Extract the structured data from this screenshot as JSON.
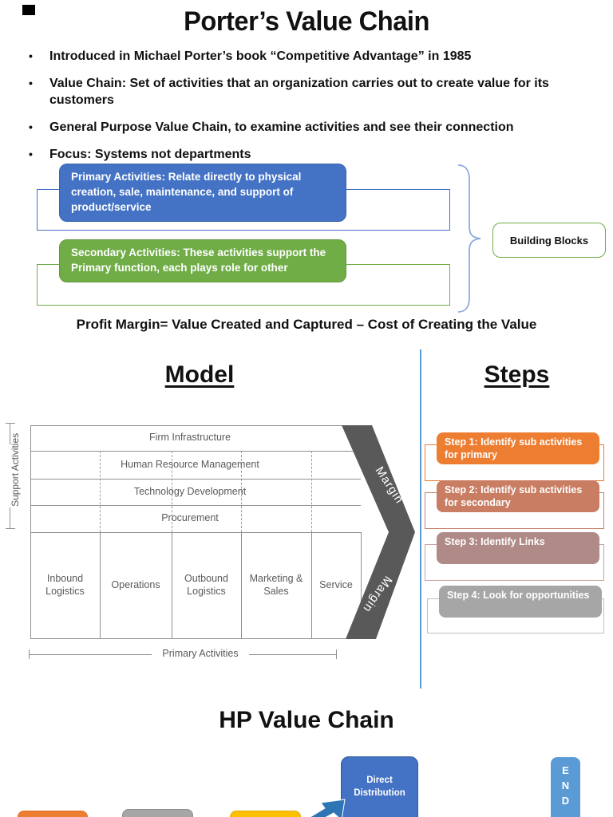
{
  "page_title": "Porter’s Value Chain",
  "bullets": {
    "glyph": "•",
    "items": [
      "Introduced in Michael Porter’s book “Competitive Advantage” in 1985",
      "Value Chain: Set of activities that an organization carries out to create value for its customers",
      "General Purpose Value Chain, to examine activities and see their connection",
      "Focus: Systems not departments"
    ]
  },
  "building_blocks": {
    "primary_box": "Primary Activities: Relate directly to physical creation, sale, maintenance, and support of product/service",
    "secondary_box": "Secondary Activities: These activities support the Primary function, each plays role for other",
    "label": "Building Blocks",
    "profit_note": "Profit Margin= Value Created and Captured – Cost of Creating the Value"
  },
  "model": {
    "heading": "Model",
    "support_axis_label": "Support Activities",
    "primary_axis_label": "Primary Activities",
    "support_rows": [
      "Firm Infrastructure",
      "Human Resource Management",
      "Technology Development",
      "Procurement"
    ],
    "primary_cells": [
      "Inbound Logistics",
      "Operations",
      "Outbound Logistics",
      "Marketing & Sales",
      "Service"
    ],
    "margin_upper": "Margin",
    "margin_lower": "Margin"
  },
  "steps": {
    "heading": "Steps",
    "items": [
      "Step 1: Identify sub activities for primary",
      "Step 2: Identify sub activities for secondary",
      "Step 3: Identify Links",
      "Step 4: Look for opportunities"
    ]
  },
  "hp": {
    "heading": "HP Value Chain",
    "direct_distribution": "Direct Distribution",
    "end_letters": [
      "E",
      "N",
      "D"
    ]
  },
  "colors": {
    "primary_blue": "#4472C4",
    "secondary_green": "#70AD47",
    "step1_orange": "#ED7D31",
    "step2_terracotta": "#C97D63",
    "step3_rosy": "#B08A87",
    "step4_gray": "#A6A6A6",
    "divider_blue": "#5B9BD5",
    "margin_arrow_gray": "#595959",
    "end_box_blue": "#5B9BD5",
    "stub_yellow": "#FFC000",
    "brace_blue": "#8EAADB"
  }
}
